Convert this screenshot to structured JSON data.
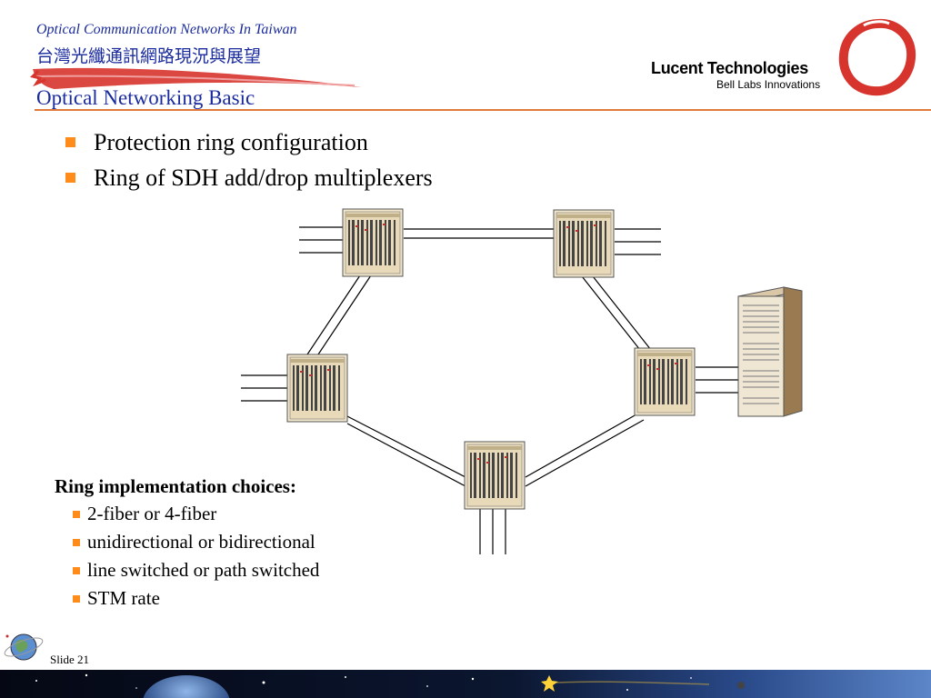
{
  "header": {
    "line1": "Optical Communication Networks In Taiwan",
    "line2": "台灣光纖通訊網路現況與展望",
    "title": "Optical Networking Basic"
  },
  "brand": {
    "name": "Lucent Technologies",
    "tagline": "Bell Labs Innovations",
    "accent": "#e07b3c",
    "logo_color": "#d6342c",
    "heading_color": "#1a2b9e",
    "bullet_color": "#ff8c1a"
  },
  "bullets": [
    "Protection ring configuration",
    "Ring of SDH add/drop multiplexers"
  ],
  "choices": {
    "title": "Ring implementation choices:",
    "items": [
      "2-fiber or 4-fiber",
      "unidirectional or bidirectional",
      "line switched or path switched",
      "STM rate"
    ]
  },
  "footer": {
    "slide_label": "Slide 21"
  }
}
